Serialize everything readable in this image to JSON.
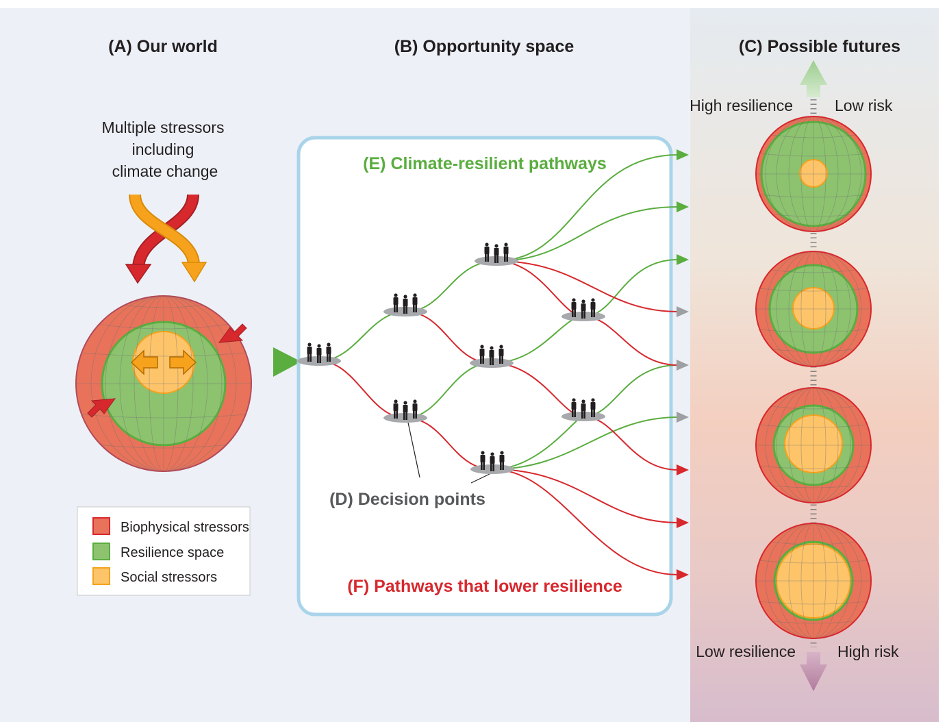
{
  "titles": {
    "our_world": "(A) Our world",
    "opportunity_space": "(B) Opportunity space",
    "possible_futures": "(C) Possible futures"
  },
  "stressors_label": [
    "Multiple stressors",
    "including",
    "climate change"
  ],
  "pathways": {
    "climate_resilient": "(E) Climate-resilient pathways",
    "lower_resilience": "(F) Pathways that lower resilience",
    "decision_points": "(D) Decision points"
  },
  "futures": {
    "top_left": "High resilience",
    "top_right": "Low risk",
    "bottom_left": "Low resilience",
    "bottom_right": "High risk"
  },
  "legend": [
    {
      "label": "Biophysical stressors",
      "color": "#e8735a",
      "border": "#d7282d"
    },
    {
      "label": "Resilience space",
      "color": "#8dc26f",
      "border": "#5aad3f"
    },
    {
      "label": "Social stressors",
      "color": "#fdc46a",
      "border": "#f6a21c"
    }
  ],
  "colors": {
    "biophysical": "#e8735a",
    "resilience": "#8dc26f",
    "social": "#fdc46a",
    "frame": "#a9d4ea",
    "green_path": "#5aad3f",
    "red_path": "#d7282d",
    "gray_arrow": "#9d9fa2"
  }
}
